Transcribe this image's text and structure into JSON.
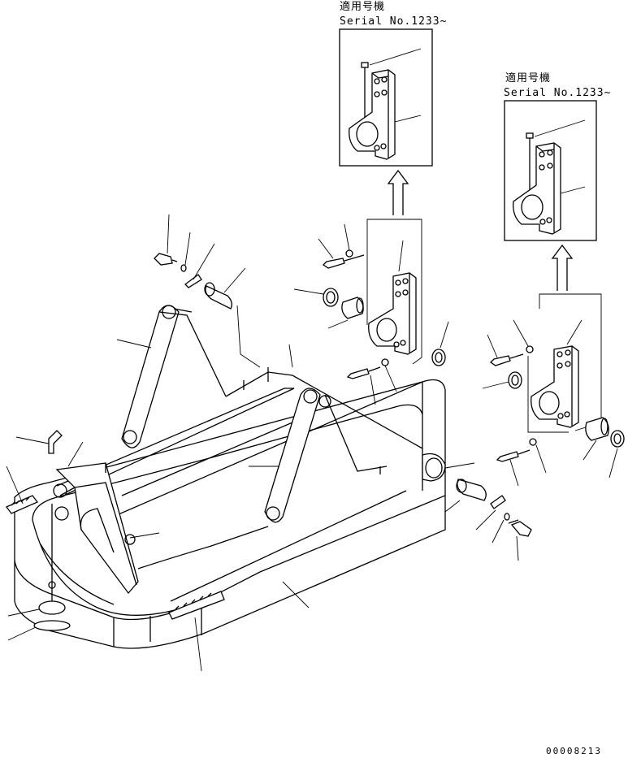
{
  "insets": [
    {
      "title": "適用号機",
      "serial": "Serial No.1233~"
    },
    {
      "title": "適用号機",
      "serial": "Serial No.1233~"
    }
  ],
  "drawing_number": "00008213"
}
